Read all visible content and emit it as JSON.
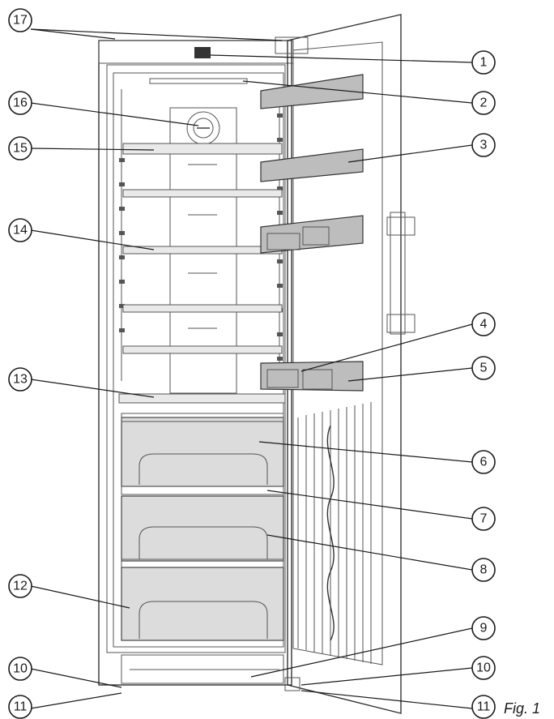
{
  "figure_label": "Fig. 1",
  "callouts": [
    "1",
    "2",
    "3",
    "4",
    "5",
    "6",
    "7",
    "8",
    "9",
    "10",
    "11",
    "12",
    "13",
    "14",
    "15",
    "16",
    "17"
  ],
  "colors": {
    "line": "#1a1a1a",
    "drawer_fill": "#dcdcdc",
    "rack_fill": "#bdbdbd",
    "glass_fill": "#e9e9e9"
  }
}
